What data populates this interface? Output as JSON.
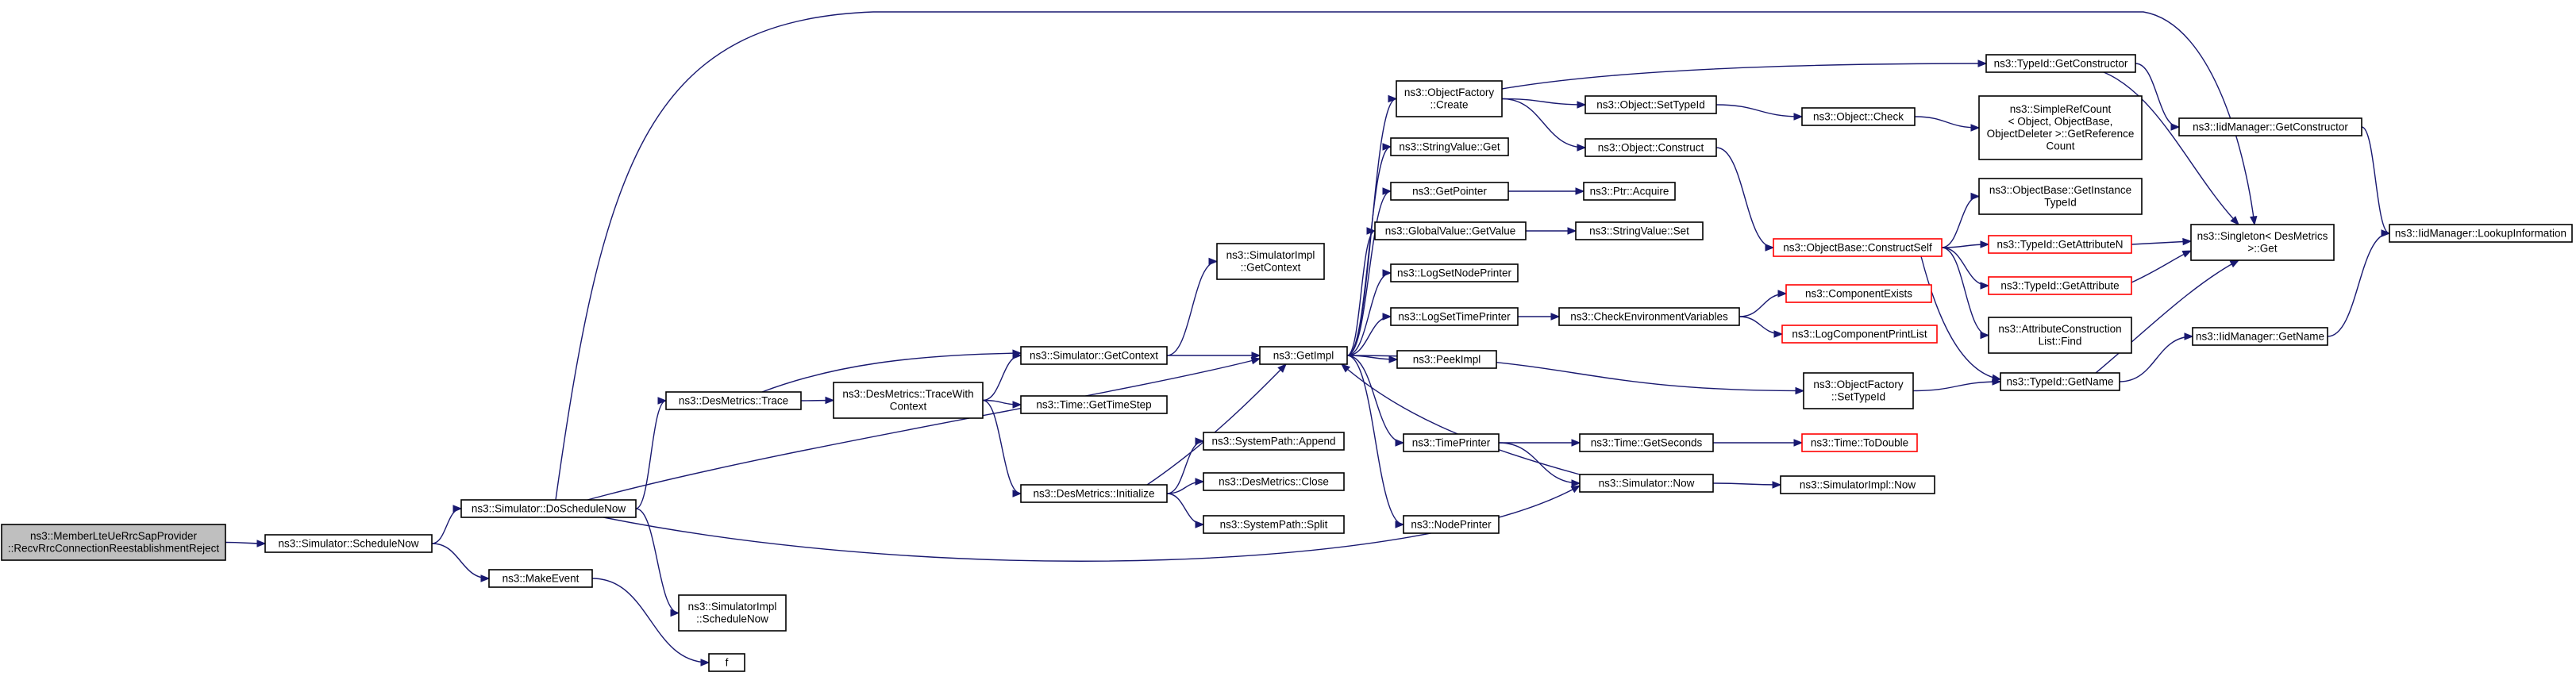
{
  "nodes": [
    {
      "id": "root",
      "lines": [
        "ns3::MemberLteUeRrcSapProvider",
        "::RecvRrcConnectionReestablishmentReject"
      ],
      "root": true
    },
    {
      "id": "scheduleNow",
      "lines": [
        "ns3::Simulator::ScheduleNow"
      ]
    },
    {
      "id": "doScheduleNow",
      "lines": [
        "ns3::Simulator::DoScheduleNow"
      ]
    },
    {
      "id": "makeEvent",
      "lines": [
        "ns3::MakeEvent"
      ]
    },
    {
      "id": "f",
      "lines": [
        "f"
      ]
    },
    {
      "id": "implScheduleNow",
      "lines": [
        "ns3::SimulatorImpl",
        "::ScheduleNow"
      ]
    },
    {
      "id": "trace",
      "lines": [
        "ns3::DesMetrics::Trace"
      ]
    },
    {
      "id": "traceWithContext",
      "lines": [
        "ns3::DesMetrics::TraceWith",
        "Context"
      ]
    },
    {
      "id": "getContext",
      "lines": [
        "ns3::Simulator::GetContext"
      ]
    },
    {
      "id": "implGetContext",
      "lines": [
        "ns3::SimulatorImpl",
        "::GetContext"
      ]
    },
    {
      "id": "getTimeStep",
      "lines": [
        "ns3::Time::GetTimeStep"
      ]
    },
    {
      "id": "initialize",
      "lines": [
        "ns3::DesMetrics::Initialize"
      ]
    },
    {
      "id": "append",
      "lines": [
        "ns3::SystemPath::Append"
      ]
    },
    {
      "id": "close",
      "lines": [
        "ns3::DesMetrics::Close"
      ]
    },
    {
      "id": "split",
      "lines": [
        "ns3::SystemPath::Split"
      ]
    },
    {
      "id": "getImpl",
      "lines": [
        "ns3::GetImpl"
      ]
    },
    {
      "id": "factoryCreate",
      "lines": [
        "ns3::ObjectFactory",
        "::Create"
      ]
    },
    {
      "id": "stringValueGet",
      "lines": [
        "ns3::StringValue::Get"
      ]
    },
    {
      "id": "getPointer",
      "lines": [
        "ns3::GetPointer"
      ]
    },
    {
      "id": "globalGetValue",
      "lines": [
        "ns3::GlobalValue::GetValue"
      ]
    },
    {
      "id": "logSetNodePrinter",
      "lines": [
        "ns3::LogSetNodePrinter"
      ]
    },
    {
      "id": "logSetTimePrinter",
      "lines": [
        "ns3::LogSetTimePrinter"
      ]
    },
    {
      "id": "peekImpl",
      "lines": [
        "ns3::PeekImpl"
      ]
    },
    {
      "id": "timePrinter",
      "lines": [
        "ns3::TimePrinter"
      ]
    },
    {
      "id": "nodePrinter",
      "lines": [
        "ns3::NodePrinter"
      ]
    },
    {
      "id": "setTypeId",
      "lines": [
        "ns3::Object::SetTypeId"
      ]
    },
    {
      "id": "objConstruct",
      "lines": [
        "ns3::Object::Construct"
      ]
    },
    {
      "id": "ptrAcquire",
      "lines": [
        "ns3::Ptr::Acquire"
      ]
    },
    {
      "id": "stringValueSet",
      "lines": [
        "ns3::StringValue::Set"
      ]
    },
    {
      "id": "checkEnv",
      "lines": [
        "ns3::CheckEnvironmentVariables"
      ]
    },
    {
      "id": "getSeconds",
      "lines": [
        "ns3::Time::GetSeconds"
      ]
    },
    {
      "id": "simNow",
      "lines": [
        "ns3::Simulator::Now"
      ]
    },
    {
      "id": "factorySetTypeId",
      "lines": [
        "ns3::ObjectFactory",
        "::SetTypeId"
      ]
    },
    {
      "id": "objectCheck",
      "lines": [
        "ns3::Object::Check"
      ]
    },
    {
      "id": "constructSelf",
      "lines": [
        "ns3::ObjectBase::ConstructSelf"
      ],
      "trunc": true
    },
    {
      "id": "componentExists",
      "lines": [
        "ns3::ComponentExists"
      ],
      "trunc": true
    },
    {
      "id": "logComponentPrintList",
      "lines": [
        "ns3::LogComponentPrintList"
      ],
      "trunc": true
    },
    {
      "id": "toDouble",
      "lines": [
        "ns3::Time::ToDouble"
      ],
      "trunc": true
    },
    {
      "id": "implNow",
      "lines": [
        "ns3::SimulatorImpl::Now"
      ]
    },
    {
      "id": "getConstructor",
      "lines": [
        "ns3::TypeId::GetConstructor"
      ]
    },
    {
      "id": "simpleRefCount",
      "lines": [
        "ns3::SimpleRefCount",
        "< Object, ObjectBase,",
        "ObjectDeleter >::GetReference",
        "Count"
      ]
    },
    {
      "id": "getInstanceTypeId",
      "lines": [
        "ns3::ObjectBase::GetInstance",
        "TypeId"
      ]
    },
    {
      "id": "getAttributeN",
      "lines": [
        "ns3::TypeId::GetAttributeN"
      ],
      "trunc": true
    },
    {
      "id": "getAttribute",
      "lines": [
        "ns3::TypeId::GetAttribute"
      ],
      "trunc": true
    },
    {
      "id": "attrConstructionFind",
      "lines": [
        "ns3::AttributeConstruction",
        "List::Find"
      ]
    },
    {
      "id": "typeIdGetName",
      "lines": [
        "ns3::TypeId::GetName"
      ]
    },
    {
      "id": "iidGetConstructor",
      "lines": [
        "ns3::IidManager::GetConstructor"
      ]
    },
    {
      "id": "singletonGet",
      "lines": [
        "ns3::Singleton< DesMetrics",
        " >::Get"
      ]
    },
    {
      "id": "iidGetName",
      "lines": [
        "ns3::IidManager::GetName"
      ]
    },
    {
      "id": "lookupInformation",
      "lines": [
        "ns3::IidManager::LookupInformation"
      ]
    }
  ],
  "edges": [
    [
      "root",
      "scheduleNow"
    ],
    [
      "scheduleNow",
      "doScheduleNow"
    ],
    [
      "scheduleNow",
      "makeEvent"
    ],
    [
      "makeEvent",
      "f"
    ],
    [
      "doScheduleNow",
      "implScheduleNow"
    ],
    [
      "doScheduleNow",
      "trace"
    ],
    [
      "doScheduleNow",
      "getImpl"
    ],
    [
      "doScheduleNow",
      "simNow"
    ],
    [
      "doScheduleNow",
      "singletonGet"
    ],
    [
      "trace",
      "traceWithContext"
    ],
    [
      "trace",
      "getContext"
    ],
    [
      "traceWithContext",
      "getContext"
    ],
    [
      "traceWithContext",
      "getTimeStep"
    ],
    [
      "traceWithContext",
      "initialize"
    ],
    [
      "getContext",
      "implGetContext"
    ],
    [
      "getContext",
      "getImpl"
    ],
    [
      "initialize",
      "append"
    ],
    [
      "initialize",
      "close"
    ],
    [
      "initialize",
      "split"
    ],
    [
      "initialize",
      "getImpl"
    ],
    [
      "getImpl",
      "factoryCreate"
    ],
    [
      "getImpl",
      "stringValueGet"
    ],
    [
      "getImpl",
      "getPointer"
    ],
    [
      "getImpl",
      "globalGetValue"
    ],
    [
      "getImpl",
      "logSetNodePrinter"
    ],
    [
      "getImpl",
      "logSetTimePrinter"
    ],
    [
      "getImpl",
      "peekImpl"
    ],
    [
      "getImpl",
      "timePrinter"
    ],
    [
      "getImpl",
      "nodePrinter"
    ],
    [
      "getImpl",
      "factorySetTypeId"
    ],
    [
      "factoryCreate",
      "getConstructor"
    ],
    [
      "factoryCreate",
      "setTypeId"
    ],
    [
      "factoryCreate",
      "objConstruct"
    ],
    [
      "getPointer",
      "ptrAcquire"
    ],
    [
      "globalGetValue",
      "stringValueSet"
    ],
    [
      "logSetTimePrinter",
      "checkEnv"
    ],
    [
      "timePrinter",
      "getSeconds"
    ],
    [
      "timePrinter",
      "simNow"
    ],
    [
      "simNow",
      "getImpl"
    ],
    [
      "simNow",
      "implNow"
    ],
    [
      "setTypeId",
      "objectCheck"
    ],
    [
      "objectCheck",
      "simpleRefCount"
    ],
    [
      "objConstruct",
      "constructSelf"
    ],
    [
      "checkEnv",
      "componentExists"
    ],
    [
      "checkEnv",
      "logComponentPrintList"
    ],
    [
      "getSeconds",
      "toDouble"
    ],
    [
      "factorySetTypeId",
      "typeIdGetName"
    ],
    [
      "constructSelf",
      "getInstanceTypeId"
    ],
    [
      "constructSelf",
      "getAttributeN"
    ],
    [
      "constructSelf",
      "getAttribute"
    ],
    [
      "constructSelf",
      "attrConstructionFind"
    ],
    [
      "constructSelf",
      "typeIdGetName"
    ],
    [
      "getConstructor",
      "iidGetConstructor"
    ],
    [
      "getConstructor",
      "singletonGet"
    ],
    [
      "getAttributeN",
      "singletonGet"
    ],
    [
      "getAttribute",
      "singletonGet"
    ],
    [
      "typeIdGetName",
      "singletonGet"
    ],
    [
      "typeIdGetName",
      "iidGetName"
    ],
    [
      "iidGetConstructor",
      "lookupInformation"
    ],
    [
      "iidGetName",
      "lookupInformation"
    ]
  ],
  "colors": {
    "edge": "#191970",
    "node_border": "#000000",
    "truncated_border": "#ff0000",
    "root_fill": "#bfbfbf",
    "node_fill": "#ffffff"
  }
}
